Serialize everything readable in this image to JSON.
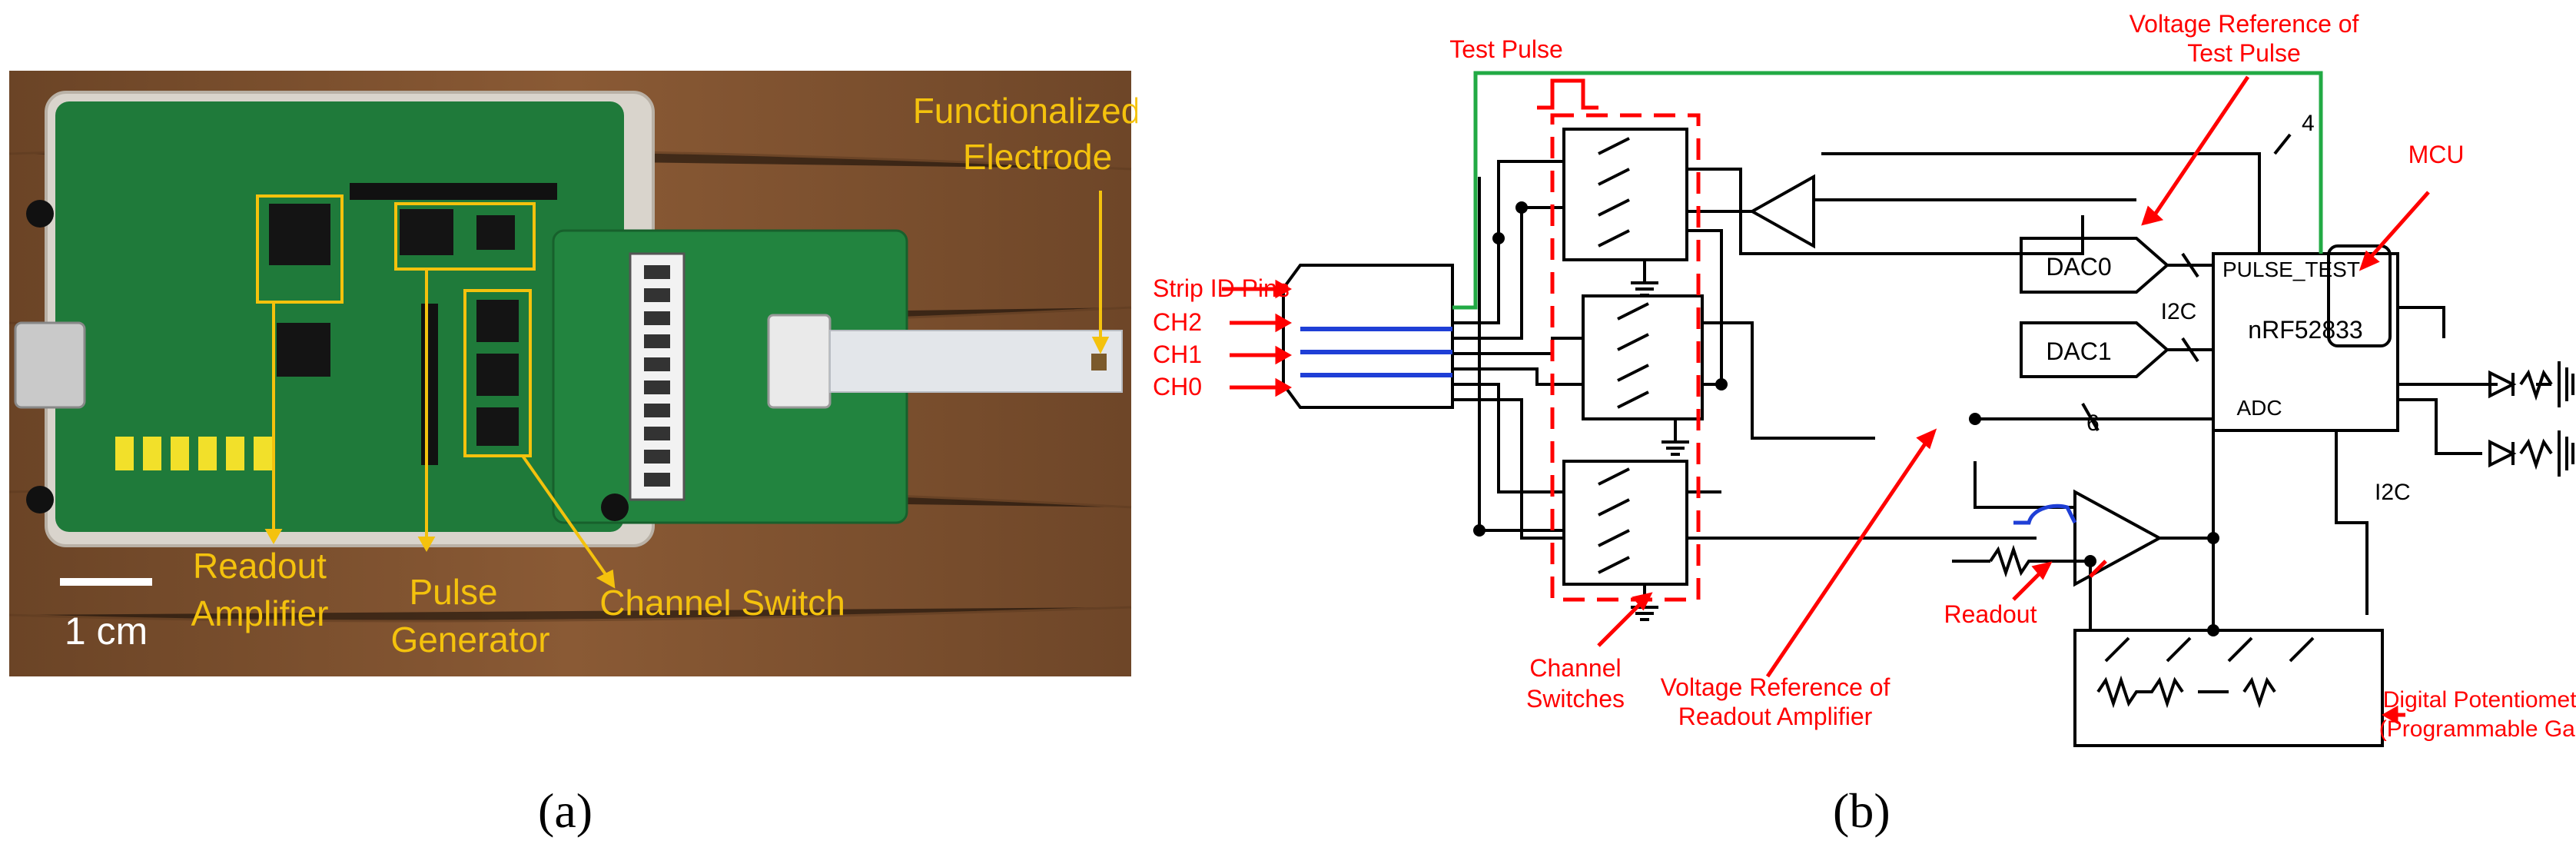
{
  "panel_a": {
    "label": "(a)",
    "annotations": {
      "functionalized_electrode": [
        "Functionalized",
        "Electrode"
      ],
      "readout_amplifier": [
        "Readout",
        "Amplifier"
      ],
      "pulse_generator": [
        "Pulse",
        "Generator"
      ],
      "channel_switch": "Channel Switch",
      "scale": "1 cm"
    },
    "colors": {
      "annotation": "#f4c20d",
      "board": "#1f7a3a",
      "table": "#7a4f2e"
    }
  },
  "panel_b": {
    "label": "(b)",
    "labels": {
      "test_pulse": "Test Pulse",
      "vref_test_pulse": [
        "Voltage Reference of",
        "Test Pulse"
      ],
      "mcu": "MCU",
      "strip_id_pins": "Strip ID Pins",
      "ch2": "CH2",
      "ch1": "CH1",
      "ch0": "CH0",
      "dac0": "DAC0",
      "dac1": "DAC1",
      "i2c_dac": "I2C",
      "pulse_test": "PULSE_TEST",
      "mcu_chip": "nRF52833",
      "adc": "ADC",
      "bus_4": "4",
      "bus_6": "6",
      "i2c_pot": "I2C",
      "readout": "Readout",
      "channel_switches": [
        "Channel",
        "Switches"
      ],
      "vref_readout": [
        "Voltage Reference of",
        "Readout Amplifier"
      ],
      "digital_pot": [
        "Digital Potentiometer",
        "(Programmable Gain)"
      ]
    },
    "colors": {
      "annotation": "#ff0000",
      "wire": "#000000",
      "green_wire": "#22aa44",
      "blue_trace": "#1f3fd6"
    }
  }
}
